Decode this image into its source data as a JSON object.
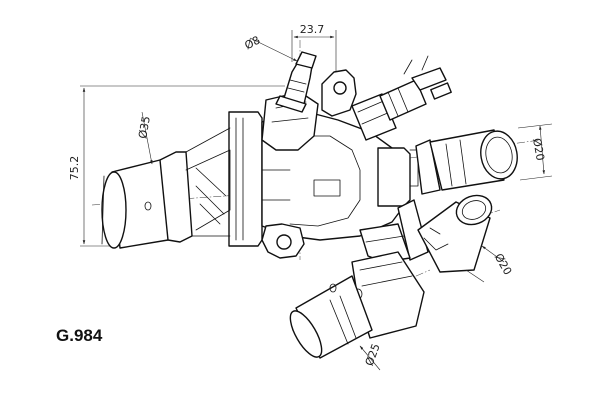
{
  "part": {
    "code": "G.984"
  },
  "dimensions": {
    "top_width": "23.7",
    "small_nipple": "Ø8",
    "left_pipe": "Ø35",
    "height": "75.2",
    "right_upper_pipe": "Ø20",
    "right_lower_pipe": "Ø20",
    "bottom_pipe": "Ø25"
  },
  "colors": {
    "line": "#111111",
    "background": "#ffffff"
  }
}
